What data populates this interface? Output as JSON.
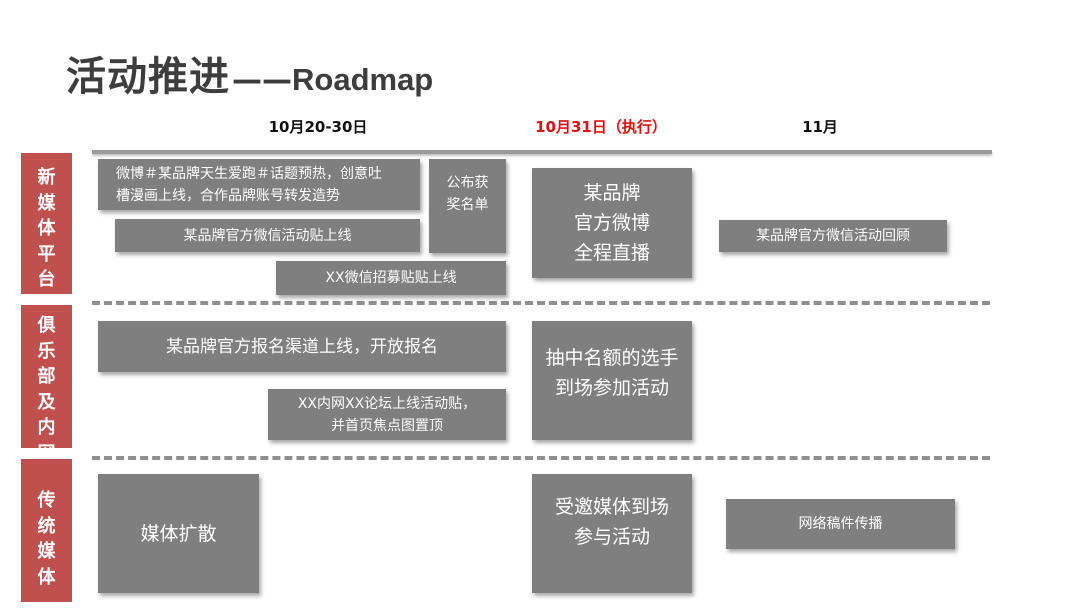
{
  "title": {
    "main": "活动推进",
    "dash": "——",
    "english": "Roadmap"
  },
  "columns": [
    {
      "label": "10月20-30日"
    },
    {
      "label": "10月31日（执行）",
      "color": "#e01010"
    },
    {
      "label": "11月"
    }
  ],
  "rows": [
    {
      "label": "新媒体平台",
      "color": "#c0504d"
    },
    {
      "label": "俱乐部及内网",
      "color": "#c0504d"
    },
    {
      "label": "传统媒体",
      "color": "#c0504d"
    }
  ],
  "boxes": {
    "weibo_topic": "微博＃某品牌天生爱跑＃话题预热，创意吐\n槽漫画上线，合作品牌账号转发造势",
    "wechat_post": "某品牌官方微信活动贴上线",
    "winner_list": "公布获\n奖名单",
    "wechat_recruit": "XX微信招募贴贴上线",
    "weibo_live": "某品牌\n官方微博\n全程直播",
    "wechat_review": "某品牌官方微信活动回顾",
    "signup_channel": "某品牌官方报名渠道上线，开放报名",
    "intranet_forum": "XX内网XX论坛上线活动贴，\n并首页焦点图置顶",
    "draw_players": "抽中名额的选手\n到场参加活动",
    "media_expand": "媒体扩散",
    "invited_media": "受邀媒体到场\n参与活动",
    "online_spread": "网络稿件传播"
  },
  "colors": {
    "box_fill": "#7f7f7f",
    "label_fill": "#c0504d",
    "accent_text": "#e01010"
  }
}
